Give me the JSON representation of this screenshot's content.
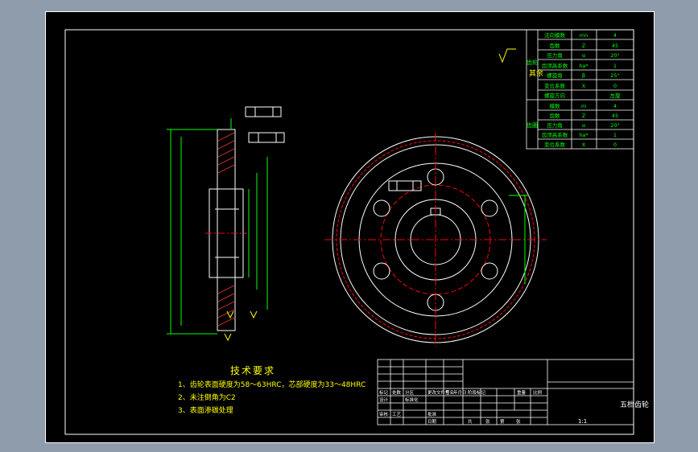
{
  "drawing": {
    "part_name": "五档齿轮",
    "scale": "1:1",
    "remaining_roughness": "其余"
  },
  "tech_requirements": {
    "title": "技术要求",
    "items": [
      "1、齿轮表面硬度为58～63HRC，芯部硬度为33～48HRC",
      "2、未注倒角为C2",
      "3、表面渗碳处理"
    ]
  },
  "params_table": {
    "group1": "齿轮",
    "group2": "齿圈",
    "rows": [
      {
        "name": "法向模数",
        "sym": "mn",
        "val": "4"
      },
      {
        "name": "齿数",
        "sym": "Z",
        "val": "45"
      },
      {
        "name": "压力角",
        "sym": "α",
        "val": "20°"
      },
      {
        "name": "齿顶高系数",
        "sym": "ha*",
        "val": "1"
      },
      {
        "name": "螺旋角",
        "sym": "β",
        "val": "25°"
      },
      {
        "name": "变位系数",
        "sym": "X",
        "val": "0"
      },
      {
        "name": "螺旋方向",
        "sym": "",
        "val": "左旋"
      },
      {
        "name": "模数",
        "sym": "m",
        "val": "4"
      },
      {
        "name": "齿数",
        "sym": "Z",
        "val": "45"
      },
      {
        "name": "压力角",
        "sym": "α",
        "val": "20°"
      },
      {
        "name": "齿顶高系数",
        "sym": "ha*",
        "val": "1"
      },
      {
        "name": "变位系数",
        "sym": "X",
        "val": "0"
      }
    ]
  },
  "title_block": {
    "row_labels": [
      "标记",
      "处数",
      "分区",
      "更改文件号",
      "签名",
      "年月日"
    ],
    "row_labels2": [
      "设计",
      "标准化",
      "阶段标记",
      "重量",
      "比例"
    ],
    "row_labels3": [
      "审核",
      "工艺",
      "批准"
    ],
    "date_label": "日期",
    "sheet_labels": [
      "共",
      "张",
      "第",
      "张"
    ]
  },
  "colors": {
    "background": "#8e9cab",
    "sheet": "#000000",
    "line": "#ffffff",
    "yellow": "#ffff00",
    "green": "#00ff00",
    "red": "#ff0000",
    "cyan": "#00ffff"
  }
}
